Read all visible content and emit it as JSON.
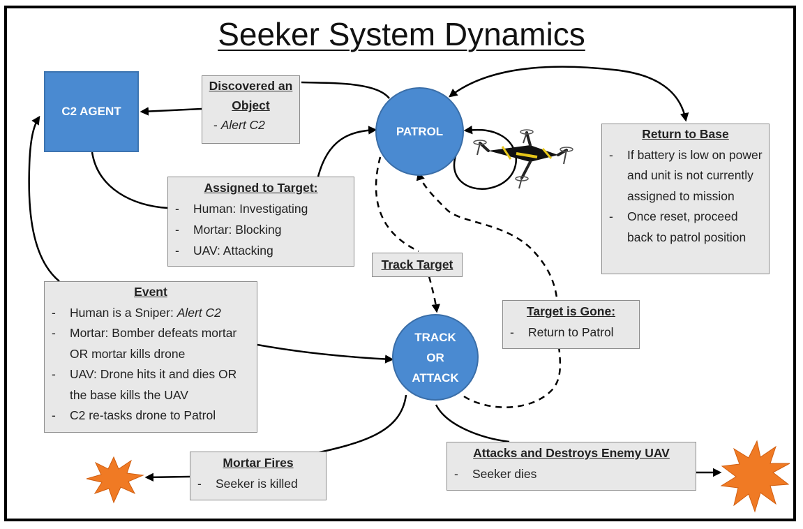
{
  "title": "Seeker System Dynamics",
  "nodes": {
    "c2_agent": "C2 AGENT",
    "patrol": "PATROL",
    "track_attack": [
      "TRACK",
      "OR",
      "ATTACK"
    ]
  },
  "boxes": {
    "discovered": {
      "heading": [
        "Discovered an",
        "Object"
      ],
      "note": "Alert C2"
    },
    "assigned": {
      "heading": "Assigned to Target:",
      "items": [
        "Human: Investigating",
        "Mortar: Blocking",
        "UAV: Attacking"
      ]
    },
    "return_base": {
      "heading": "Return to Base",
      "items": [
        "If battery is low on power and unit is not currently assigned to mission",
        "Once reset, proceed back to patrol position"
      ]
    },
    "track_target": {
      "heading": "Track Target"
    },
    "event": {
      "heading": "Event",
      "item1_text": "Human is a Sniper: ",
      "item1_italic": "Alert C2",
      "items": [
        "Mortar: Bomber defeats mortar OR mortar kills drone",
        "UAV: Drone hits it and dies OR the base kills the UAV",
        "C2 re-tasks drone to Patrol"
      ]
    },
    "target_gone": {
      "heading": "Target is Gone:",
      "items": [
        "Return to Patrol"
      ]
    },
    "mortar": {
      "heading": "Mortar Fires",
      "items": [
        "Seeker is killed"
      ]
    },
    "attacks": {
      "heading": "Attacks and Destroys Enemy UAV",
      "items": [
        "Seeker dies"
      ]
    }
  },
  "colors": {
    "node_fill": "#4a8ad1",
    "box_fill": "#e8e8e8",
    "explosion": "#f07a24",
    "drone_accent": "#e6c619"
  },
  "icons": [
    "drone-icon",
    "explosion-icon"
  ]
}
